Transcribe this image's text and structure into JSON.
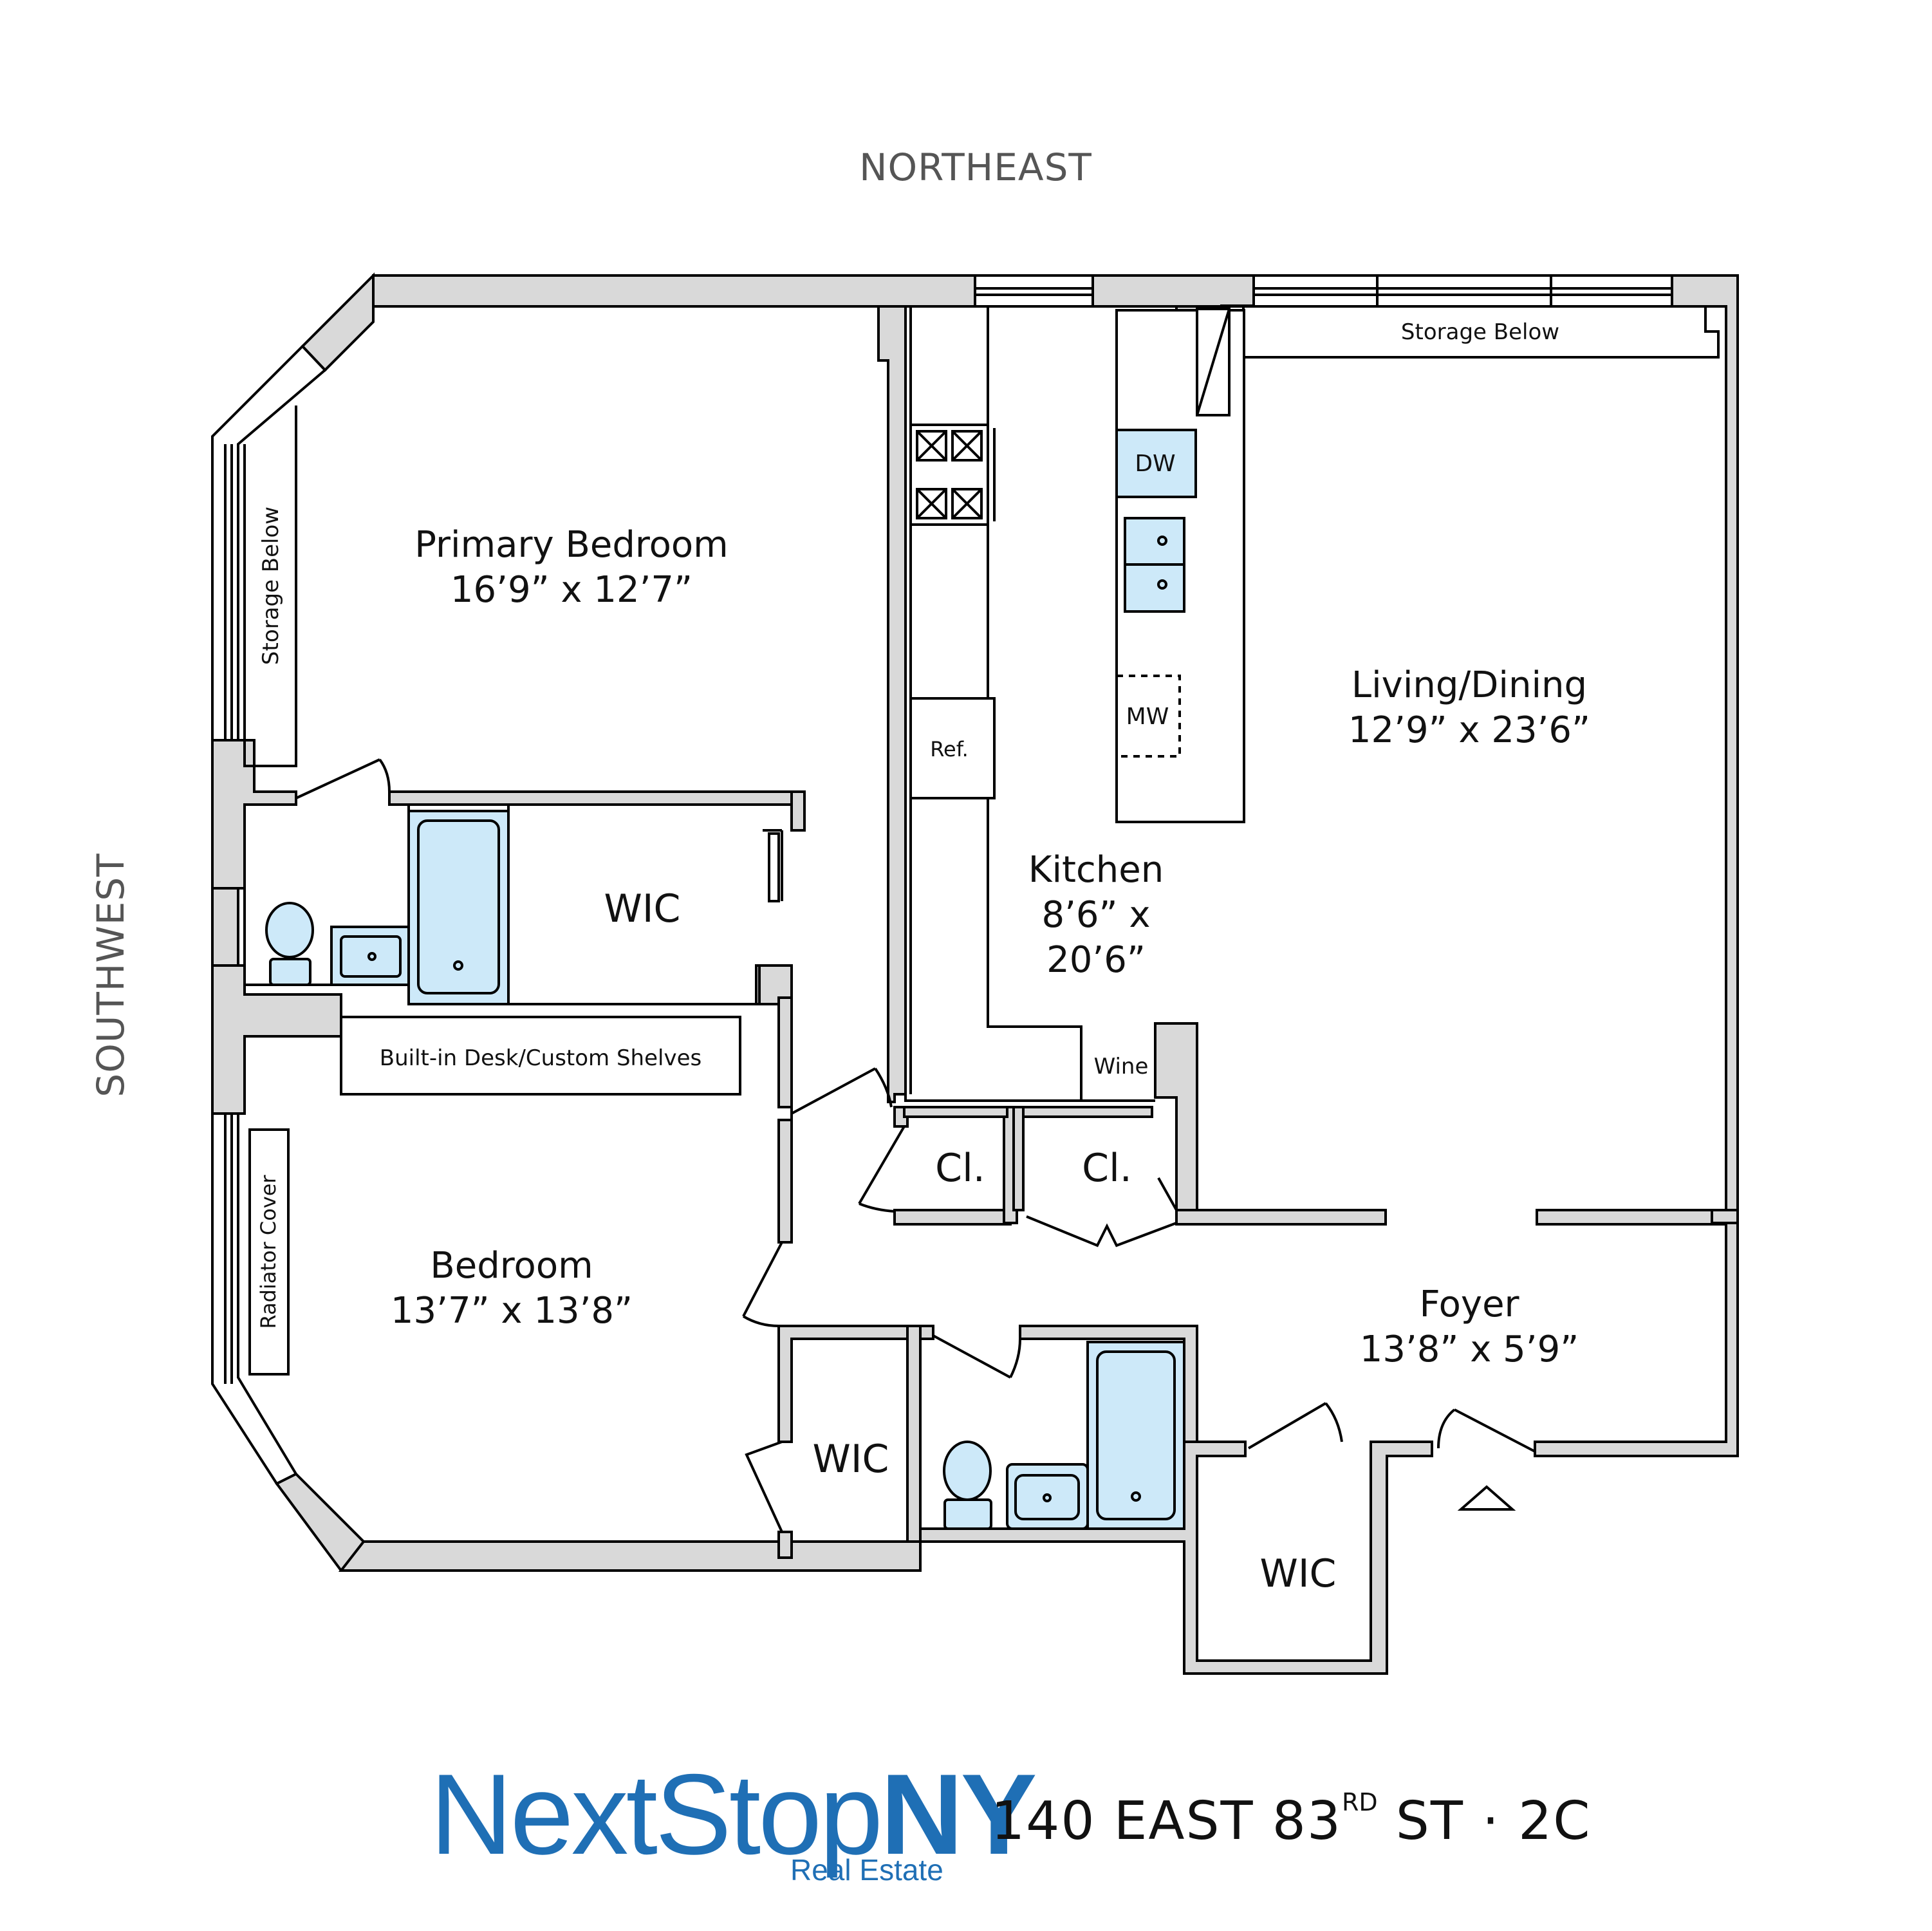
{
  "orientation": {
    "top": "NORTHEAST",
    "left": "SOUTHWEST"
  },
  "rooms": {
    "primary_bedroom": {
      "name": "Primary Bedroom",
      "dims": "16’9” x 12’7”"
    },
    "living_dining": {
      "name": "Living/Dining",
      "dims": "12’9” x 23’6”"
    },
    "kitchen": {
      "name": "Kitchen",
      "dims_1": "8’6” x",
      "dims_2": "20’6”"
    },
    "bedroom": {
      "name": "Bedroom",
      "dims": "13’7” x 13’8”"
    },
    "foyer": {
      "name": "Foyer",
      "dims": "13’8” x 5’9”"
    },
    "wic_primary": "WIC",
    "wic_bedroom": "WIC",
    "wic_foyer": "WIC",
    "closet_1": "Cl.",
    "closet_2": "Cl."
  },
  "fixtures": {
    "storage_below_top": "Storage Below",
    "storage_below_left": "Storage Below",
    "radiator_cover": "Radiator Cover",
    "built_in_desk": "Built-in Desk/Custom Shelves",
    "dishwasher": "DW",
    "microwave": "MW",
    "refrigerator": "Ref.",
    "wine": "Wine"
  },
  "branding": {
    "logo_text": "NextStop",
    "logo_bold": "NY",
    "logo_sub": "Real Estate",
    "address_main": "140 EAST 83",
    "address_sup": "RD",
    "address_rest": " ST · 2C"
  },
  "colors": {
    "brand_blue": "#1f6fb5",
    "fixture_blue": "#cde9f9",
    "wall_gray": "#d9d9d9"
  }
}
